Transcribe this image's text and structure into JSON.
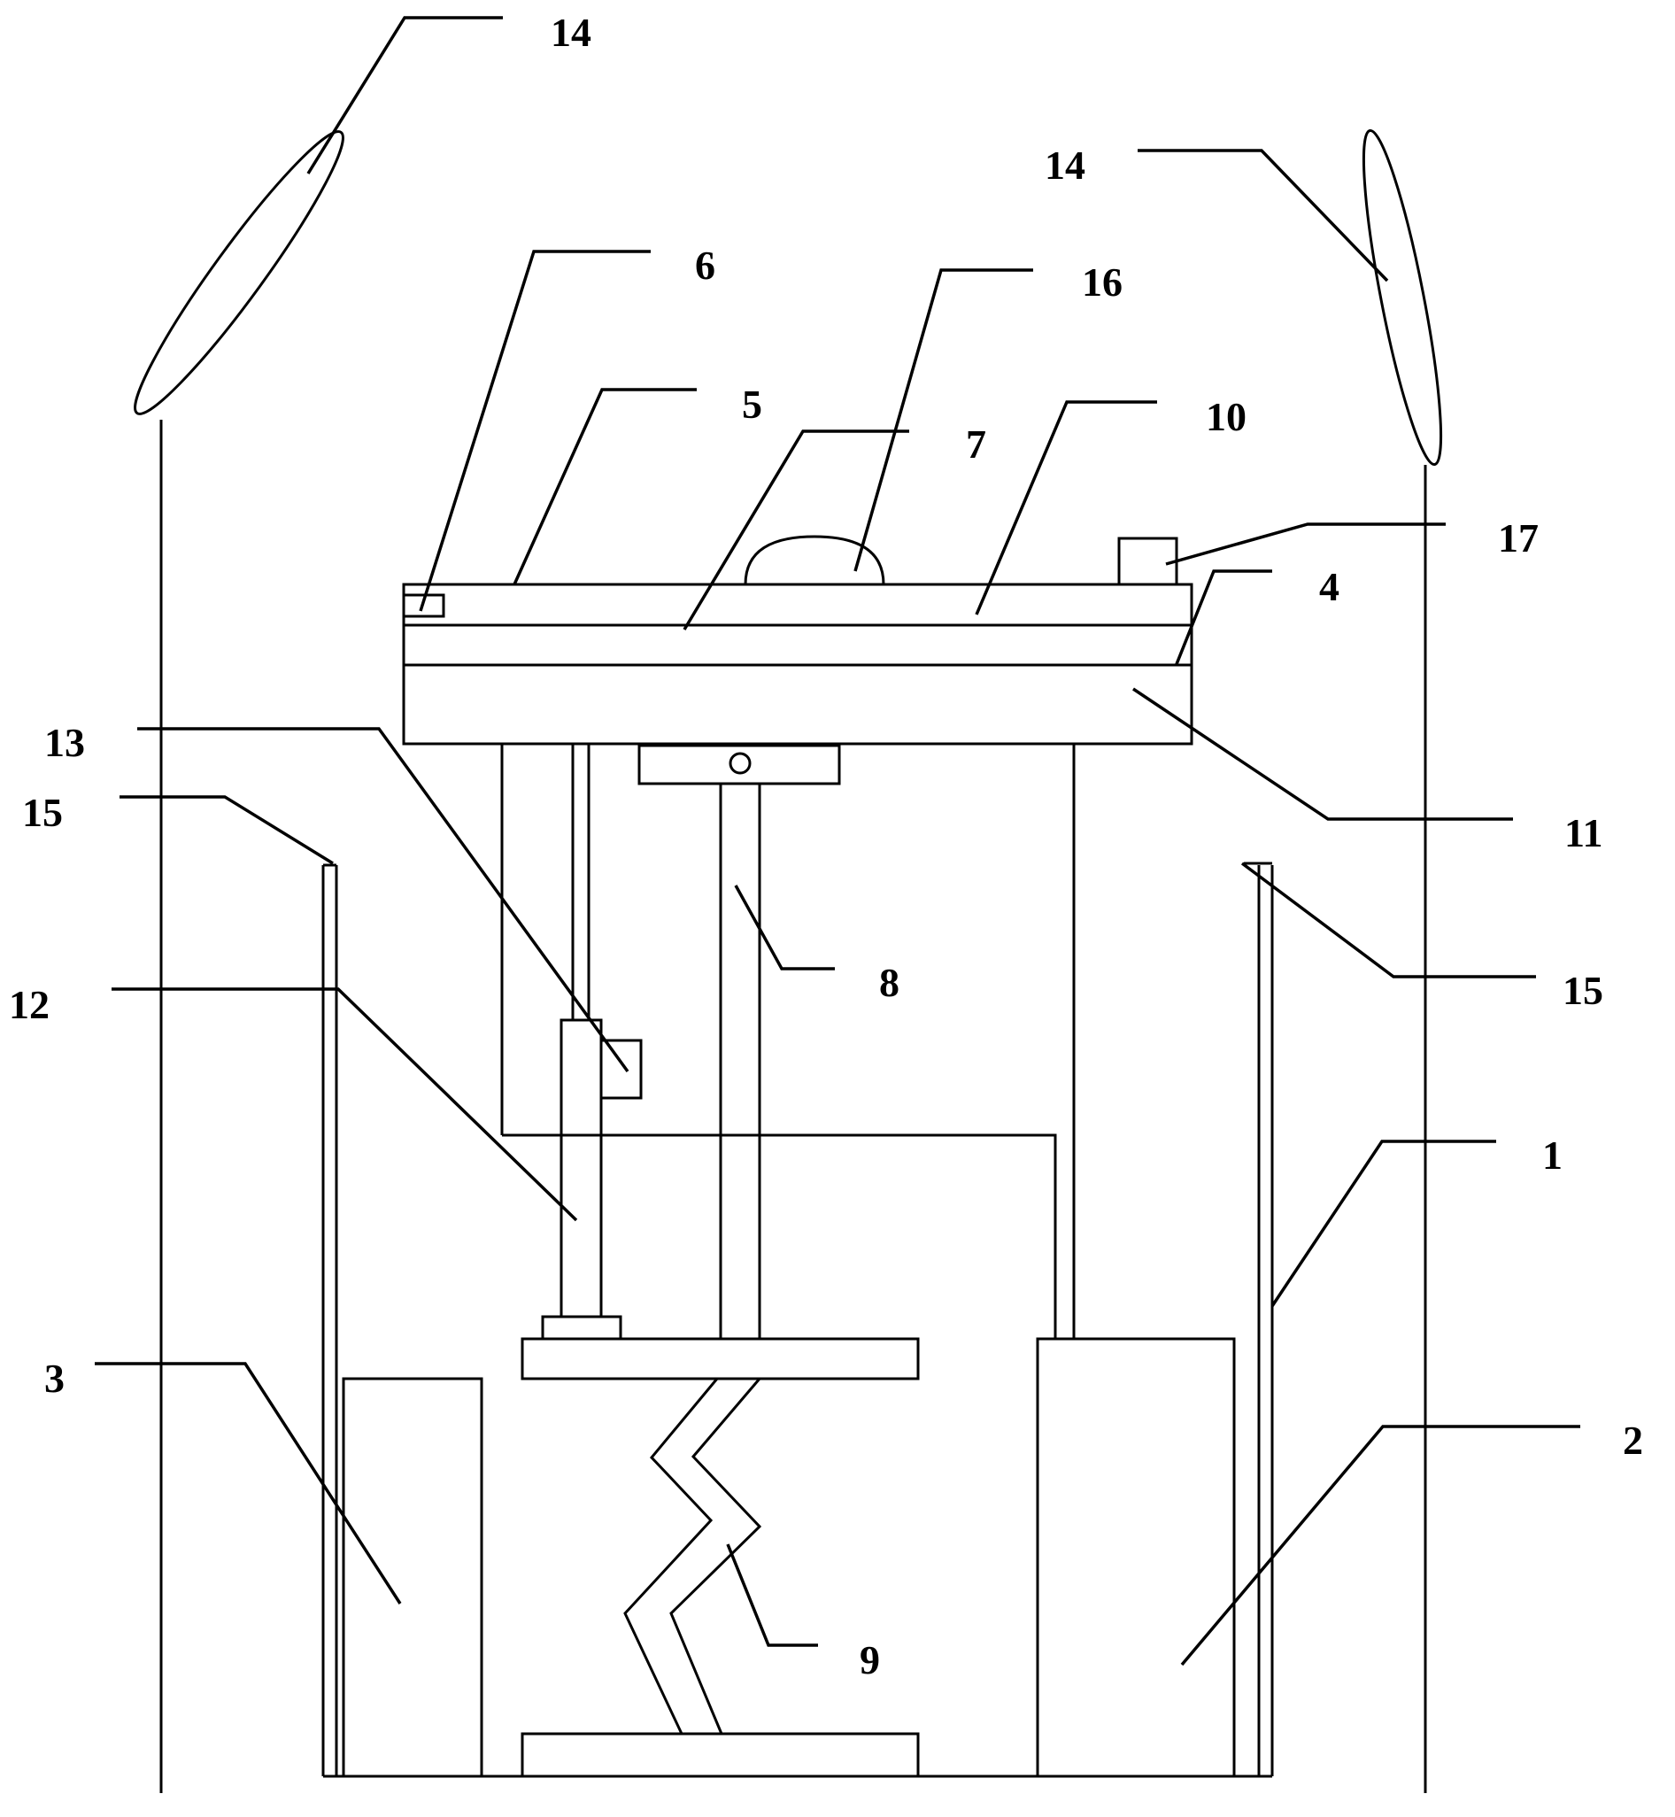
{
  "labels": {
    "l1": "1",
    "l2": "2",
    "l3": "3",
    "l4": "4",
    "l5": "5",
    "l6": "6",
    "l7": "7",
    "l8": "8",
    "l9": "9",
    "l10": "10",
    "l11": "11",
    "l12": "12",
    "l13": "13",
    "l14a": "14",
    "l14b": "14",
    "l15a": "15",
    "l15b": "15",
    "l16": "16",
    "l17": "17"
  }
}
